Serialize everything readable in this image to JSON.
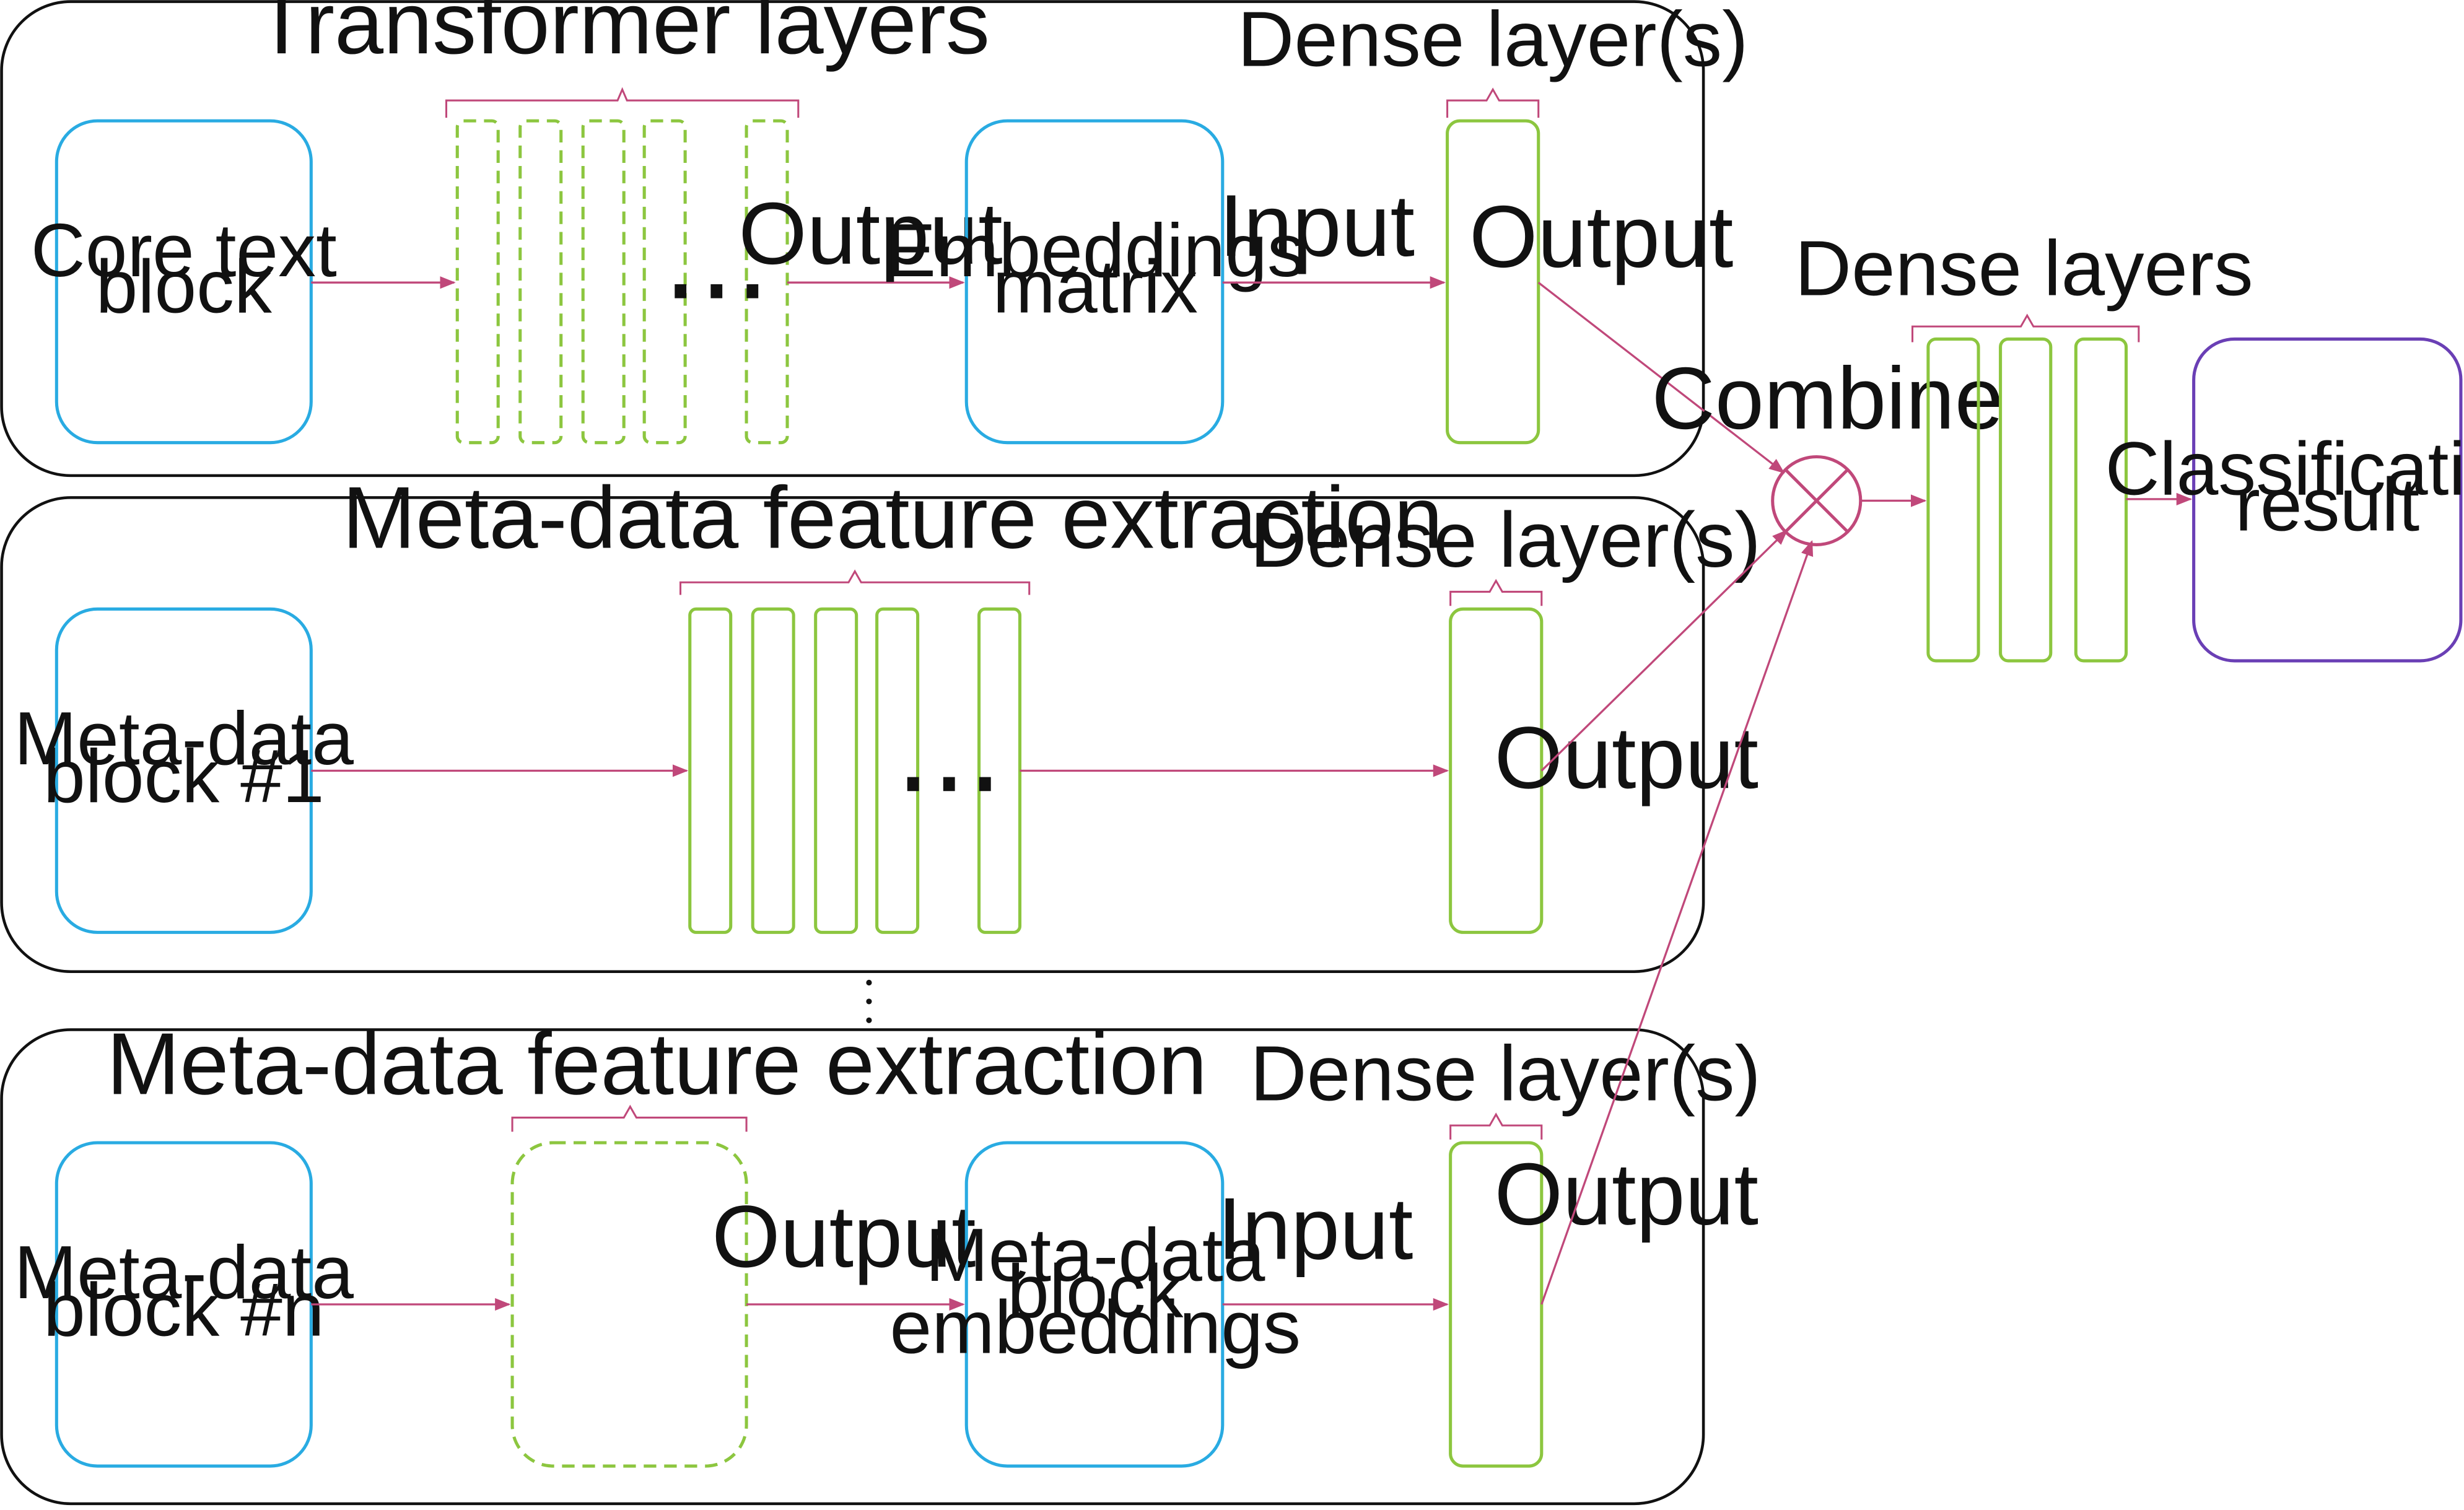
{
  "colors": {
    "blue": "#29abe2",
    "green": "#8cc63f",
    "pink": "#c0487a",
    "purple": "#6a3fb5",
    "black": "#111111"
  },
  "row1": {
    "source_box": [
      "Core text",
      "block"
    ],
    "stack_title": "Transformer layers",
    "dots": "...",
    "output_label_1": "Output",
    "embed_box": [
      "Embeddings",
      "matrix"
    ],
    "input_label": "Input",
    "dense_title": "Dense layer(s)",
    "output_label_2": "Output"
  },
  "row2": {
    "source_box": [
      "Meta-data",
      "block #1"
    ],
    "stack_title": "Meta-data feature extraction",
    "dots": "...",
    "dense_title": "Dense layer(s)",
    "output_label": "Output"
  },
  "vertical_dots": ":",
  "row3": {
    "source_box": [
      "Meta-data",
      "block #n"
    ],
    "stack_title": "Meta-data feature extraction",
    "output_label_1": "Output",
    "embed_box": [
      "Meta-data",
      "block",
      "embeddings"
    ],
    "input_label": "Input",
    "dense_title": "Dense layer(s)",
    "output_label_2": "Output"
  },
  "combine_label": "Combine",
  "final_dense_title": "Dense layers",
  "result_box": [
    "Classification",
    "result"
  ]
}
